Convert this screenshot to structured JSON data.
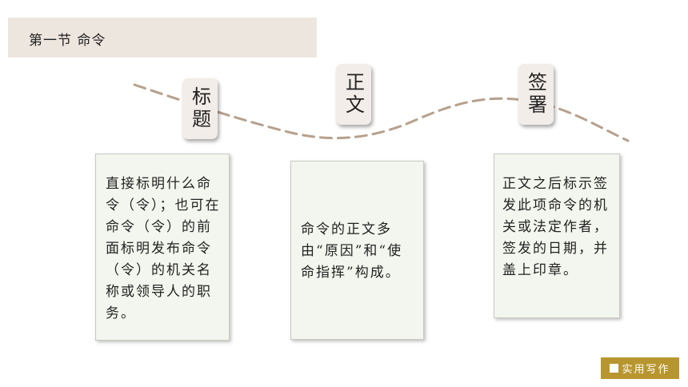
{
  "section": {
    "title": "第一节  命令"
  },
  "labels": {
    "title": "标题",
    "body": "正文",
    "signature": "签署"
  },
  "cards": {
    "title_desc": "直接标明什么命令（令）；也可在命令（令）的前面标明发布命令（令）的机关名称或领导人的职务。",
    "body_desc": "命令的正文多由“原因”和“使命指挥”构成。",
    "signature_desc": "正文之后标示签发此项命令的机关或法定作者，签发的日期，并盖上印章。"
  },
  "tag": {
    "label": "实用写作",
    "icon": "square-icon"
  },
  "colors": {
    "section_bar": "#ede6df",
    "dashed_line": "#b7a08c",
    "card_bg": "#f3f6ee",
    "tag_bg": "#b8962f"
  }
}
